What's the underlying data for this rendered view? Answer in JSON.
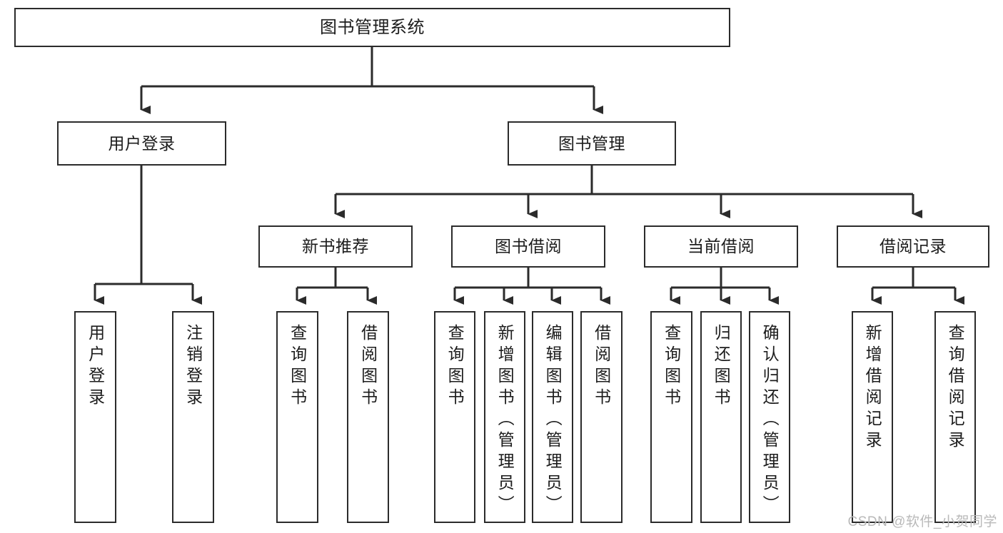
{
  "diagram": {
    "type": "tree",
    "title": "图书管理系统",
    "root": {
      "id": "root",
      "label": "图书管理系统"
    },
    "level2": [
      {
        "id": "user-login",
        "label": "用户登录"
      },
      {
        "id": "book-manage",
        "label": "图书管理"
      }
    ],
    "level3": [
      {
        "id": "new-book-rec",
        "label": "新书推荐"
      },
      {
        "id": "book-borrow",
        "label": "图书借阅"
      },
      {
        "id": "current-borrow",
        "label": "当前借阅"
      },
      {
        "id": "borrow-record",
        "label": "借阅记录"
      }
    ],
    "leaves": [
      {
        "id": "leaf-user-login",
        "label": "用户登录",
        "parent": "user-login"
      },
      {
        "id": "leaf-logout",
        "label": "注销登录",
        "parent": "user-login"
      },
      {
        "id": "leaf-query-book-1",
        "label": "查询图书",
        "parent": "new-book-rec"
      },
      {
        "id": "leaf-borrow-book-1",
        "label": "借阅图书",
        "parent": "new-book-rec"
      },
      {
        "id": "leaf-query-book-2",
        "label": "查询图书",
        "parent": "book-borrow"
      },
      {
        "id": "leaf-add-book",
        "label": "新增图书（管理员）",
        "parent": "book-borrow"
      },
      {
        "id": "leaf-edit-book",
        "label": "编辑图书（管理员）",
        "parent": "book-borrow"
      },
      {
        "id": "leaf-borrow-book-2",
        "label": "借阅图书",
        "parent": "book-borrow"
      },
      {
        "id": "leaf-query-book-3",
        "label": "查询图书",
        "parent": "current-borrow"
      },
      {
        "id": "leaf-return-book",
        "label": "归还图书",
        "parent": "current-borrow"
      },
      {
        "id": "leaf-confirm-return",
        "label": "确认归还（管理员）",
        "parent": "current-borrow"
      },
      {
        "id": "leaf-add-record",
        "label": "新增借阅记录",
        "parent": "borrow-record"
      },
      {
        "id": "leaf-query-record",
        "label": "查询借阅记录",
        "parent": "borrow-record"
      }
    ]
  },
  "watermark": {
    "text": "CSDN @软件_小贺同学"
  },
  "colors": {
    "border": "#2b2b2b",
    "background": "#ffffff",
    "text": "#1c1c1c",
    "watermark": "#b9b9b9"
  }
}
